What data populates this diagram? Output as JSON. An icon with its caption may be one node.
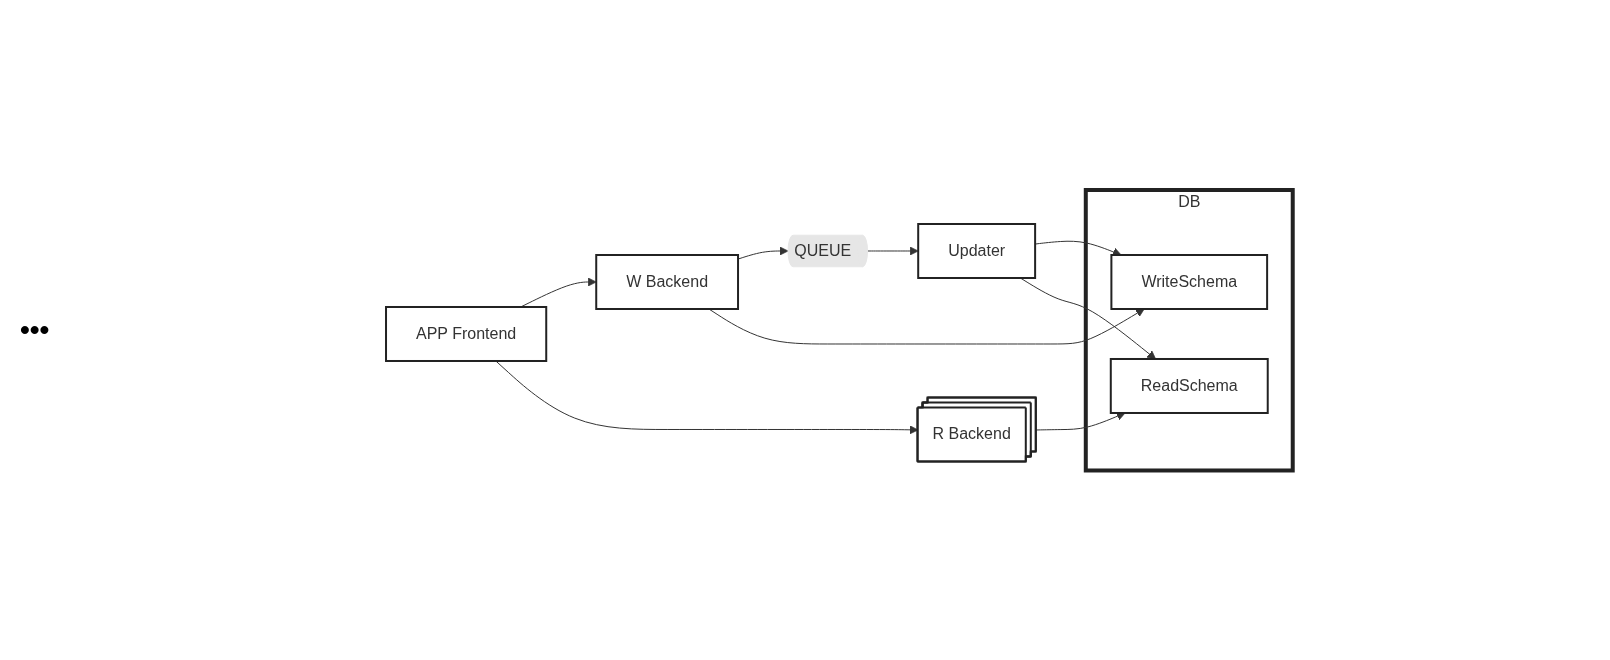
{
  "diagram": {
    "nodes": [
      {
        "text": [
          "APP Frontend"
        ]
      },
      {
        "text": [
          "W Backend"
        ]
      },
      {
        "text": [
          "R Backend"
        ]
      },
      {
        "text": [
          "DB"
        ]
      },
      {
        "text": [
          "WriteSchema"
        ],
        "in": 3
      },
      {
        "text": [
          "ReadSchema"
        ],
        "in": 3
      },
      {
        "text": [
          "QUEUE"
        ]
      },
      {
        "text": [
          "Updater"
        ]
      }
    ],
    "edges": [
      {
        "from": 0,
        "to": 1,
        "arrow": "to"
      },
      {
        "from": 0,
        "to": 2,
        "arrow": "to"
      },
      {
        "from": 1,
        "to": 6,
        "arrow": "to"
      },
      {
        "from": 1,
        "to": 4,
        "arrow": "to"
      },
      {
        "from": 2,
        "to": 5,
        "arrow": "to"
      },
      {
        "from": 6,
        "to": 7,
        "arrow": "to"
      },
      {
        "from": 7,
        "to": 4,
        "arrow": "to"
      },
      {
        "from": 7,
        "to": 5,
        "arrow": "to"
      }
    ],
    "labels": [
      "•••"
    ]
  }
}
